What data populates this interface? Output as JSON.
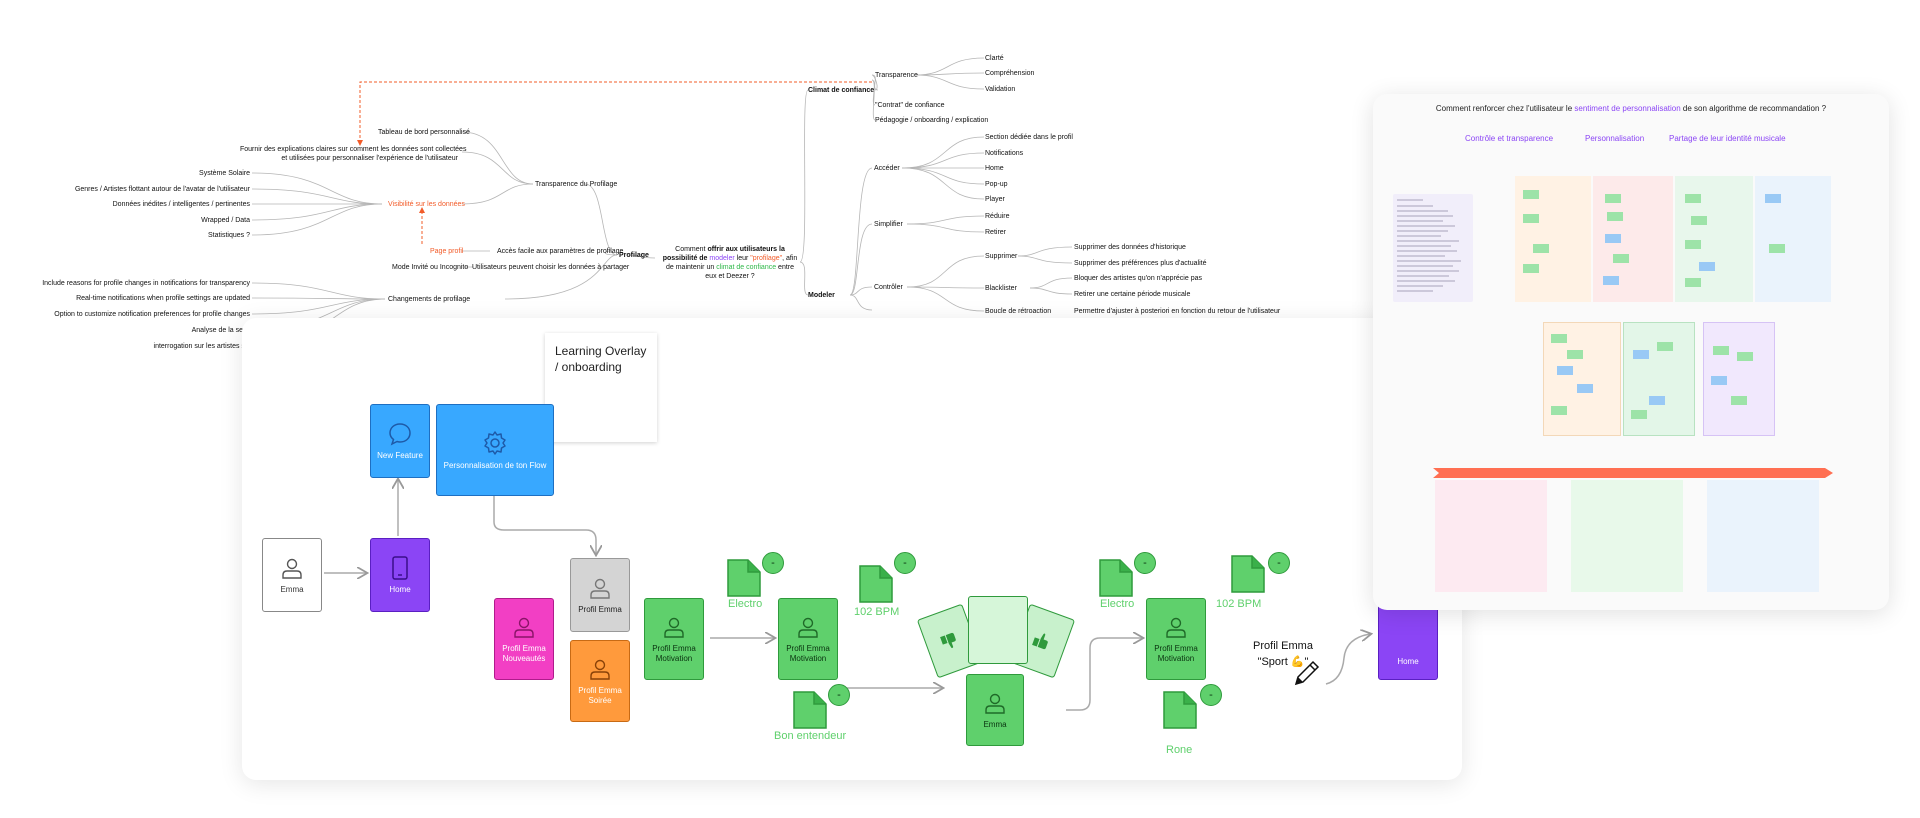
{
  "colors": {
    "accent_purple": "#8b45f5",
    "accent_orange": "#f25c2a",
    "node_blue": "#38a8ff",
    "node_green": "#5fd06c",
    "node_pink": "#f23fc4",
    "node_orange": "#ff9a3c",
    "node_grey": "#d4d4d4"
  },
  "mindmap": {
    "center_question_parts": [
      "Comment ",
      "offrir aux utilisateurs la possibilité de ",
      "modeler",
      " leur ",
      "\"profilage\"",
      ", afin de maintenir un ",
      "climat de confiance",
      " entre eux et Deezer ?"
    ],
    "profilage": "Profilage",
    "climat": "Climat de confiance",
    "transparence": "Transparence",
    "clarte": "Clarté",
    "comprehension": "Compréhension",
    "validation": "Validation",
    "contrat": "\"Contrat\" de confiance",
    "pedagogie": "Pédagogie / onboarding / explication",
    "modeler": "Modeler",
    "acceder": "Accéder",
    "section": "Section dédiée dans le profil",
    "notifications": "Notifications",
    "home": "Home",
    "popup": "Pop-up",
    "player": "Player",
    "simplifier": "Simplifier",
    "reduire": "Réduire",
    "retirer": "Retirer",
    "supprimer": "Supprimer",
    "supprimer_hist": "Supprimer des données d'historique",
    "supprimer_pref": "Supprimer des préférences plus d'actualité",
    "controler": "Contrôler",
    "blacklister": "Blacklister",
    "bloquer": "Bloquer des artistes qu'on n'apprécie pas",
    "retirer_periode": "Retirer une certaine période musicale",
    "boucle": "Boucle de rétroaction",
    "permettre": "Permettre d'ajuster à posteriori en fonction du retour de l'utilisateur",
    "tableau": "Tableau de bord personnalisé",
    "fournir": "Fournir des explications claires sur comment les données sont collectées",
    "fournir2": "et utilisées pour personnaliser l'expérience de l'utilisateur",
    "transparence_profilage": "Transparence du Profilage",
    "visibilite": "Visibilité sur les données",
    "systeme_solaire": "Système Solaire",
    "genres": "Genres / Artistes flottant autour de l'avatar de l'utilisateur",
    "donnees_inedites": "Données inédites / intelligentes / pertinentes",
    "wrapped": "Wrapped / Data",
    "statistiques": "Statistiques ?",
    "page_profil": "Page profil",
    "acces_facile": "Accès facile aux paramètres de profilage",
    "mode_invite": "Mode Invité ou Incognito",
    "utilisateurs_choisir": "Utilisateurs peuvent choisir les données à partager",
    "include_reasons": "Include reasons for profile changes in notifications for transparency",
    "realtime": "Real-time notifications when profile settings are updated",
    "option_customize": "Option to customize notification preferences for profile changes",
    "changements": "Changements de profilage",
    "analyse": "Analyse de la sess",
    "interrogation": "interrogation sur les artistes sw"
  },
  "flow": {
    "sticky_note": "Learning Overlay / onboarding",
    "new_feature": "New Feature",
    "personnalisation": "Personnalisation de ton Flow",
    "emma": "Emma",
    "home": "Home",
    "profil_emma": "Profil Emma",
    "profil_nouveautes": "Profil Emma Nouveautés",
    "profil_soiree": "Profil Emma Soirée",
    "profil_motivation": "Profil Emma Motivation",
    "electro": "Electro",
    "bpm": "102 BPM",
    "bon_entendeur": "Bon entendeur",
    "rone": "Rone",
    "profil_sport_line1": "Profil Emma",
    "profil_sport_line2": "\"Sport 💪\"",
    "minus": "-"
  },
  "board": {
    "question_pre": "Comment renforcer chez l'utilisateur le ",
    "question_hl": "sentiment de personnalisation",
    "question_post": " de son algorithme de recommandation ?",
    "col1": "Contrôle et transparence",
    "col2": "Personnalisation",
    "col3": "Partage de leur identité musicale"
  }
}
